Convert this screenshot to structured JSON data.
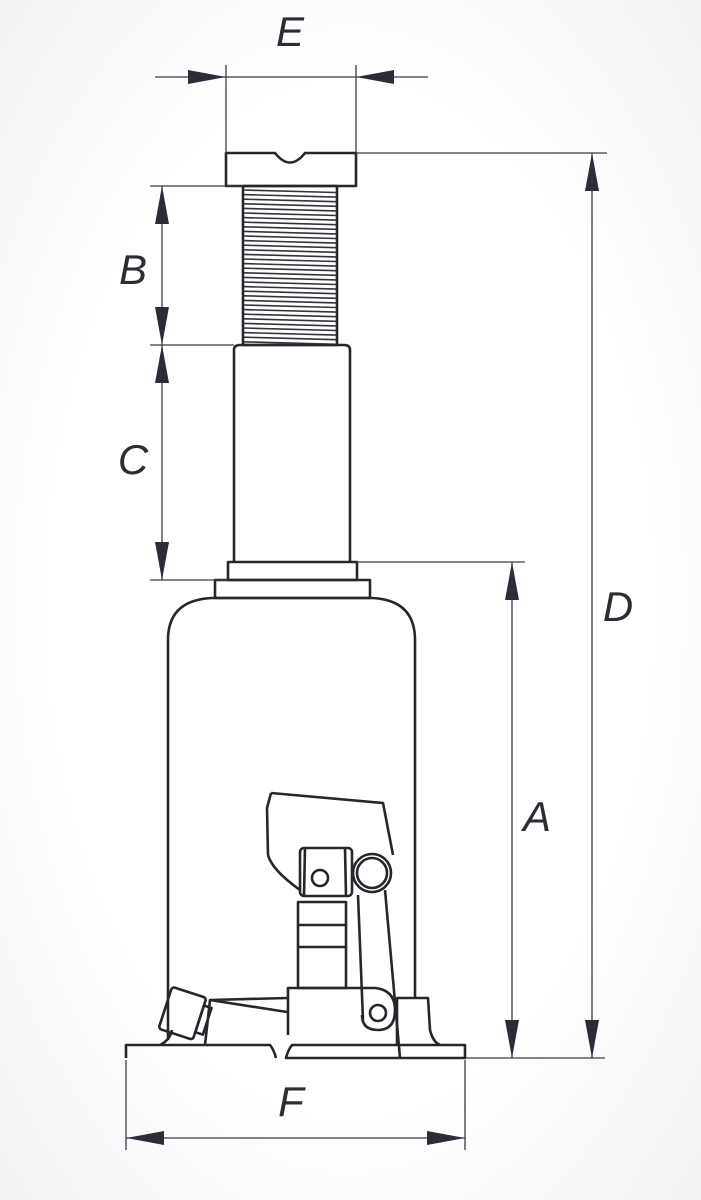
{
  "diagram": {
    "labels": {
      "A": "A",
      "B": "B",
      "C": "C",
      "D": "D",
      "E": "E",
      "F": "F"
    },
    "line_color": "#26262c"
  }
}
